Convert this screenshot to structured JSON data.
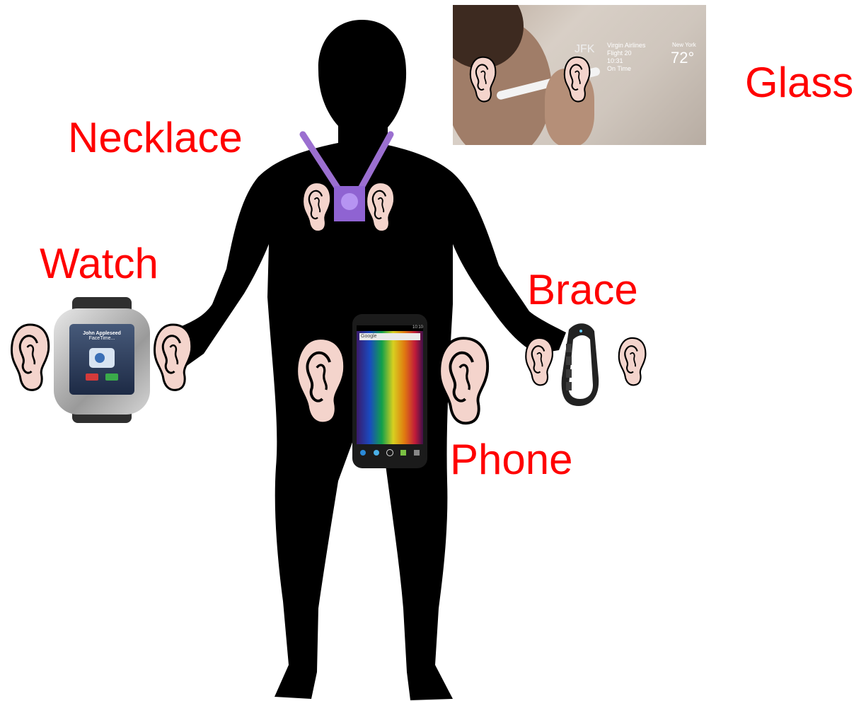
{
  "labels": {
    "glass": "Glass",
    "necklace": "Necklace",
    "watch": "Watch",
    "brace": "Brace",
    "phone": "Phone"
  },
  "glass_display": {
    "airline": "Virgin Airlines",
    "flight": "Flight 20",
    "time": "10:31",
    "status": "On Time",
    "airport": "JFK",
    "city": "New York",
    "temperature": "72°"
  },
  "watch_screen": {
    "caller": "John Appleseed",
    "call_type": "FaceTime..."
  },
  "phone_screen": {
    "search": "Google",
    "clock": "10:10"
  },
  "colors": {
    "label": "#ff0000",
    "silhouette": "#000000",
    "necklace": "#9b6fd0",
    "ear_skin": "#f4d4cc"
  }
}
